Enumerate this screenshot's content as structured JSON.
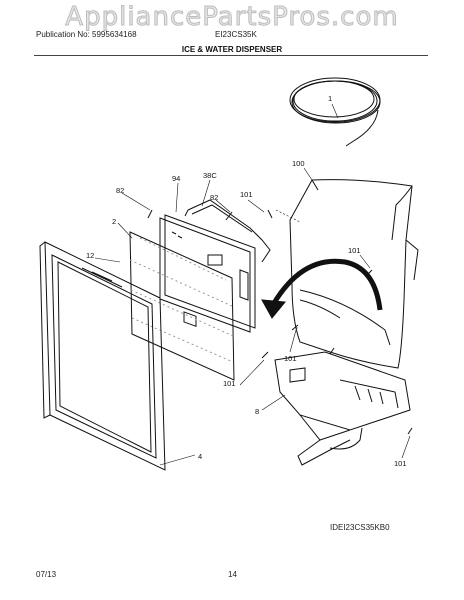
{
  "watermark": "AppliancePartsPros.com",
  "header": {
    "publication": "Publication No: 5995634168",
    "model": "EI23CS35K",
    "title": "ICE & WATER DISPENSER"
  },
  "callouts": {
    "c1": "1",
    "c100": "100",
    "c94": "94",
    "c38c": "38C",
    "c82a": "82",
    "c82b": "82",
    "c101a": "101",
    "c2": "2",
    "c101b": "101",
    "c12": "12",
    "c101c": "101",
    "c101d": "101",
    "c8": "8",
    "c4": "4",
    "c101e": "101"
  },
  "diagram_id": "IDEI23CS35KB0",
  "footer": {
    "date": "07/13",
    "page": "14"
  }
}
